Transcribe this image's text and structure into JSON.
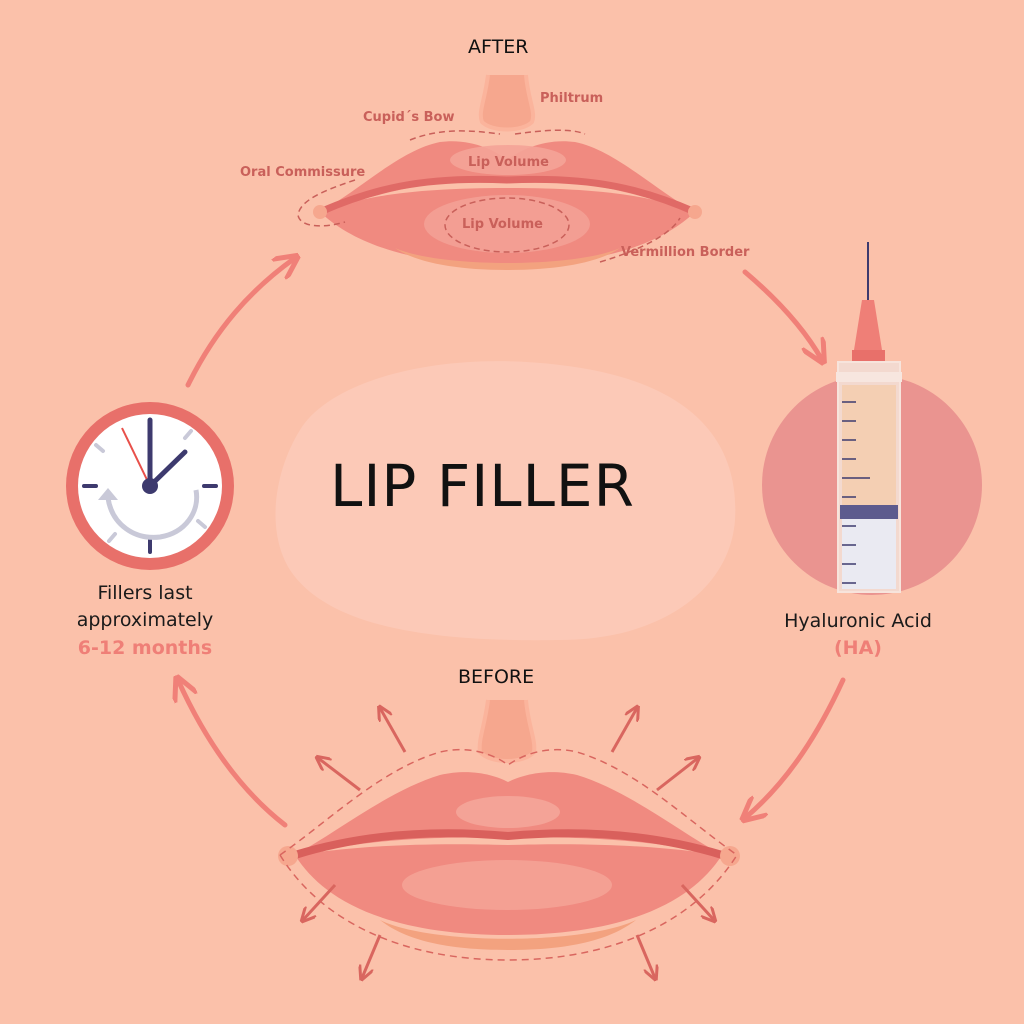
{
  "title": "LIP FILLER",
  "after": {
    "heading": "AFTER",
    "labels": {
      "philtrum": "Philtrum",
      "cupids_bow": "Cupid´s Bow",
      "oral_commissure": "Oral Commissure",
      "upper_lip_volume": "Lip Volume",
      "lower_lip_volume": "Lip Volume",
      "vermillion_border": "Vermillion Border"
    }
  },
  "before": {
    "heading": "BEFORE"
  },
  "syringe": {
    "caption": "Hyaluronic Acid",
    "accent": "(HA)"
  },
  "clock": {
    "caption_line1": "Fillers last",
    "caption_line2": "approximately",
    "accent": "6-12 months"
  },
  "icons": [
    "clock-icon",
    "syringe-icon",
    "cycle-arrow-icon",
    "expand-arrow-icon"
  ],
  "colors": {
    "background": "#fbc1aa",
    "lip": "#f08a80",
    "lip_dark": "#e06a66",
    "accent": "#ef7f77",
    "label": "#c9605a",
    "clock_ring": "#e8706a",
    "clock_hand": "#3d3a6e"
  }
}
